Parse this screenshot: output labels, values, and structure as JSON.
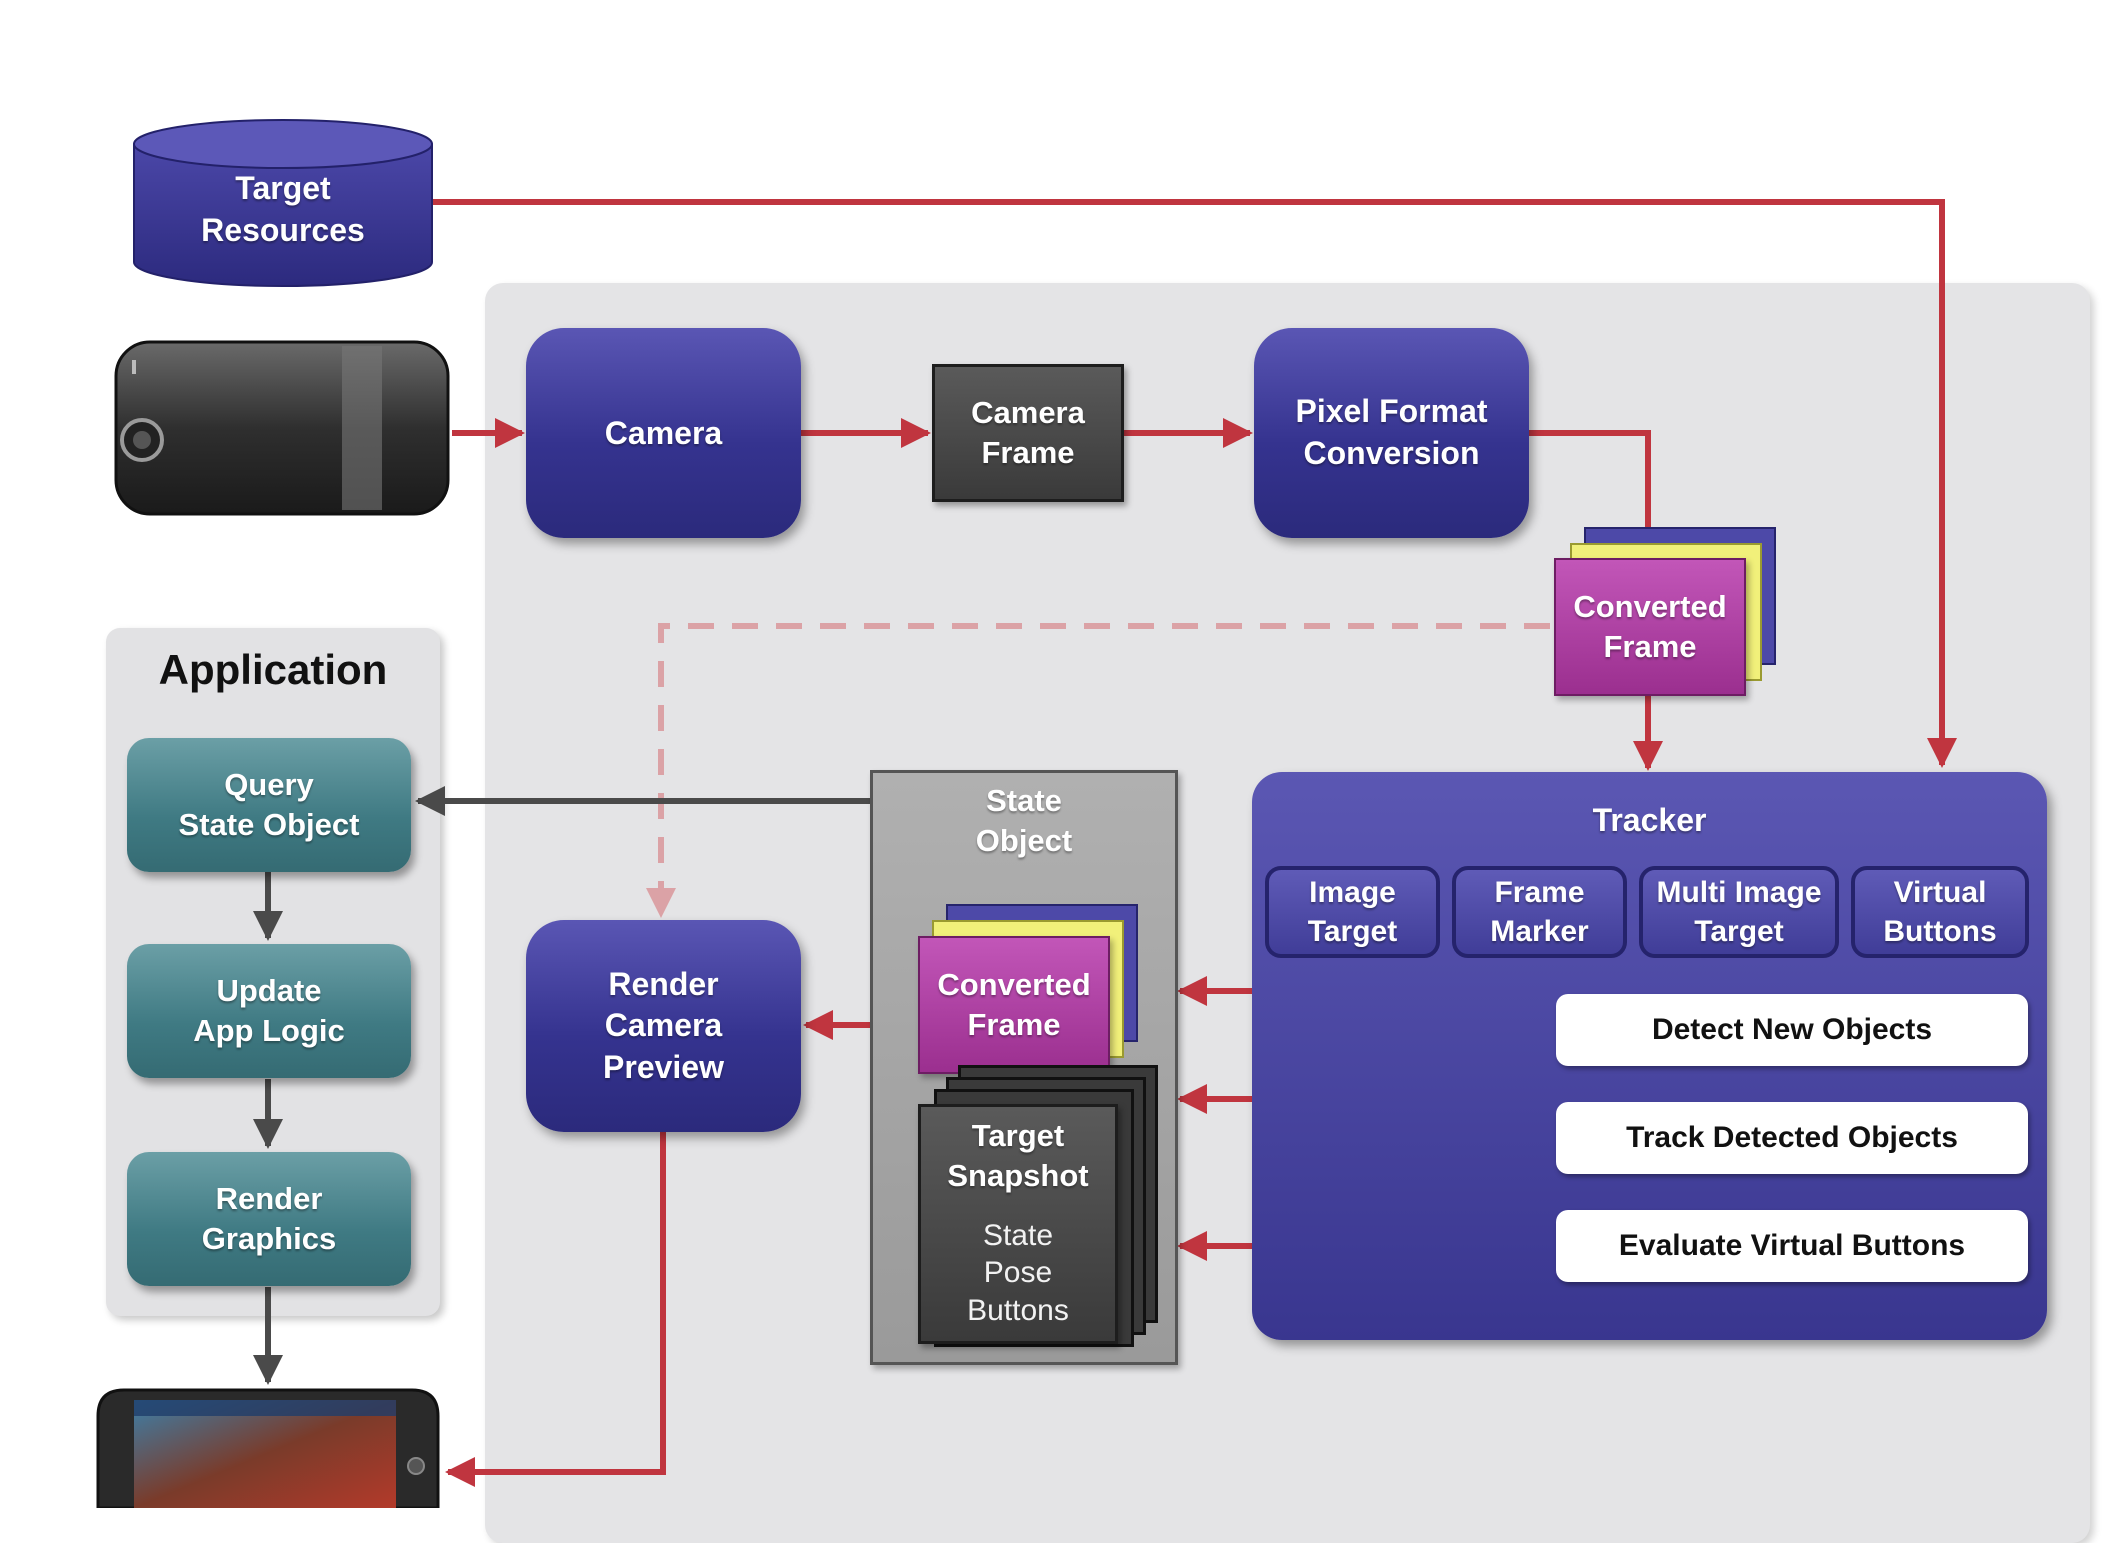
{
  "target_resources": "Target\nResources",
  "application": {
    "title": "Application",
    "steps": [
      "Query\nState Object",
      "Update\nApp Logic",
      "Render\nGraphics"
    ]
  },
  "pipeline": {
    "camera": "Camera",
    "camera_frame": "Camera\nFrame",
    "pixel_format_conversion": "Pixel Format\nConversion",
    "converted_frame": "Converted\nFrame",
    "render_camera_preview": "Render\nCamera\nPreview"
  },
  "state_object": {
    "title": "State\nObject",
    "converted_frame": "Converted\nFrame",
    "target_snapshot": "Target\nSnapshot",
    "snapshot_fields": "State\nPose\nButtons"
  },
  "tracker": {
    "title": "Tracker",
    "target_types": [
      "Image\nTarget",
      "Frame\nMarker",
      "Multi Image\nTarget",
      "Virtual\nButtons"
    ],
    "tasks": [
      "Detect New Objects",
      "Track Detected Objects",
      "Evaluate Virtual Buttons"
    ]
  },
  "colors": {
    "arrow_red": "#c0353f",
    "arrow_gray": "#4a4a4a",
    "dashed_pink": "#dba2a6",
    "navy": "#35338f",
    "teal": "#3f7a83",
    "magenta": "#9b2f8f"
  },
  "icons": {
    "phone_top": "smartphone-back-icon",
    "phone_bottom": "smartphone-screen-icon",
    "database": "database-cylinder-icon"
  }
}
